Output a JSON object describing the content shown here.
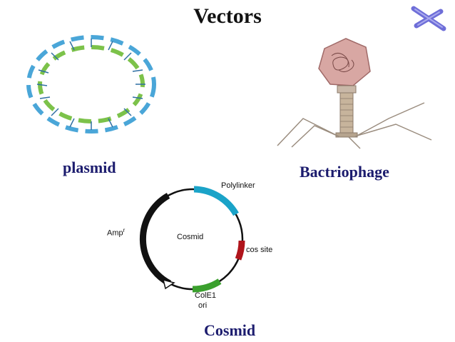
{
  "slide": {
    "title": "Vectors",
    "labels": {
      "plasmid": "plasmid",
      "bacteriophage": "Bactriophage",
      "cosmid": "Cosmid"
    },
    "cosmid_map": {
      "center_label": "Cosmid",
      "features": [
        {
          "name": "Polylinker",
          "color": "#1aa3c8"
        },
        {
          "name": "cos site",
          "color": "#b0141b"
        },
        {
          "name": "ColE1",
          "name_line2": "ori",
          "color": "#3aa02d"
        },
        {
          "name": "Amp",
          "superscript": "r",
          "color": "#111111"
        }
      ]
    },
    "icons": [
      "dna-ring-icon",
      "bacteriophage-icon",
      "chromosome-icon"
    ],
    "colors": {
      "label_navy": "#1c1c6e",
      "helix_blue": "#4aa6d8",
      "helix_green": "#7cc24a",
      "phage_head": "#d8a7a3",
      "chromosome": "#6e6ed8"
    }
  }
}
